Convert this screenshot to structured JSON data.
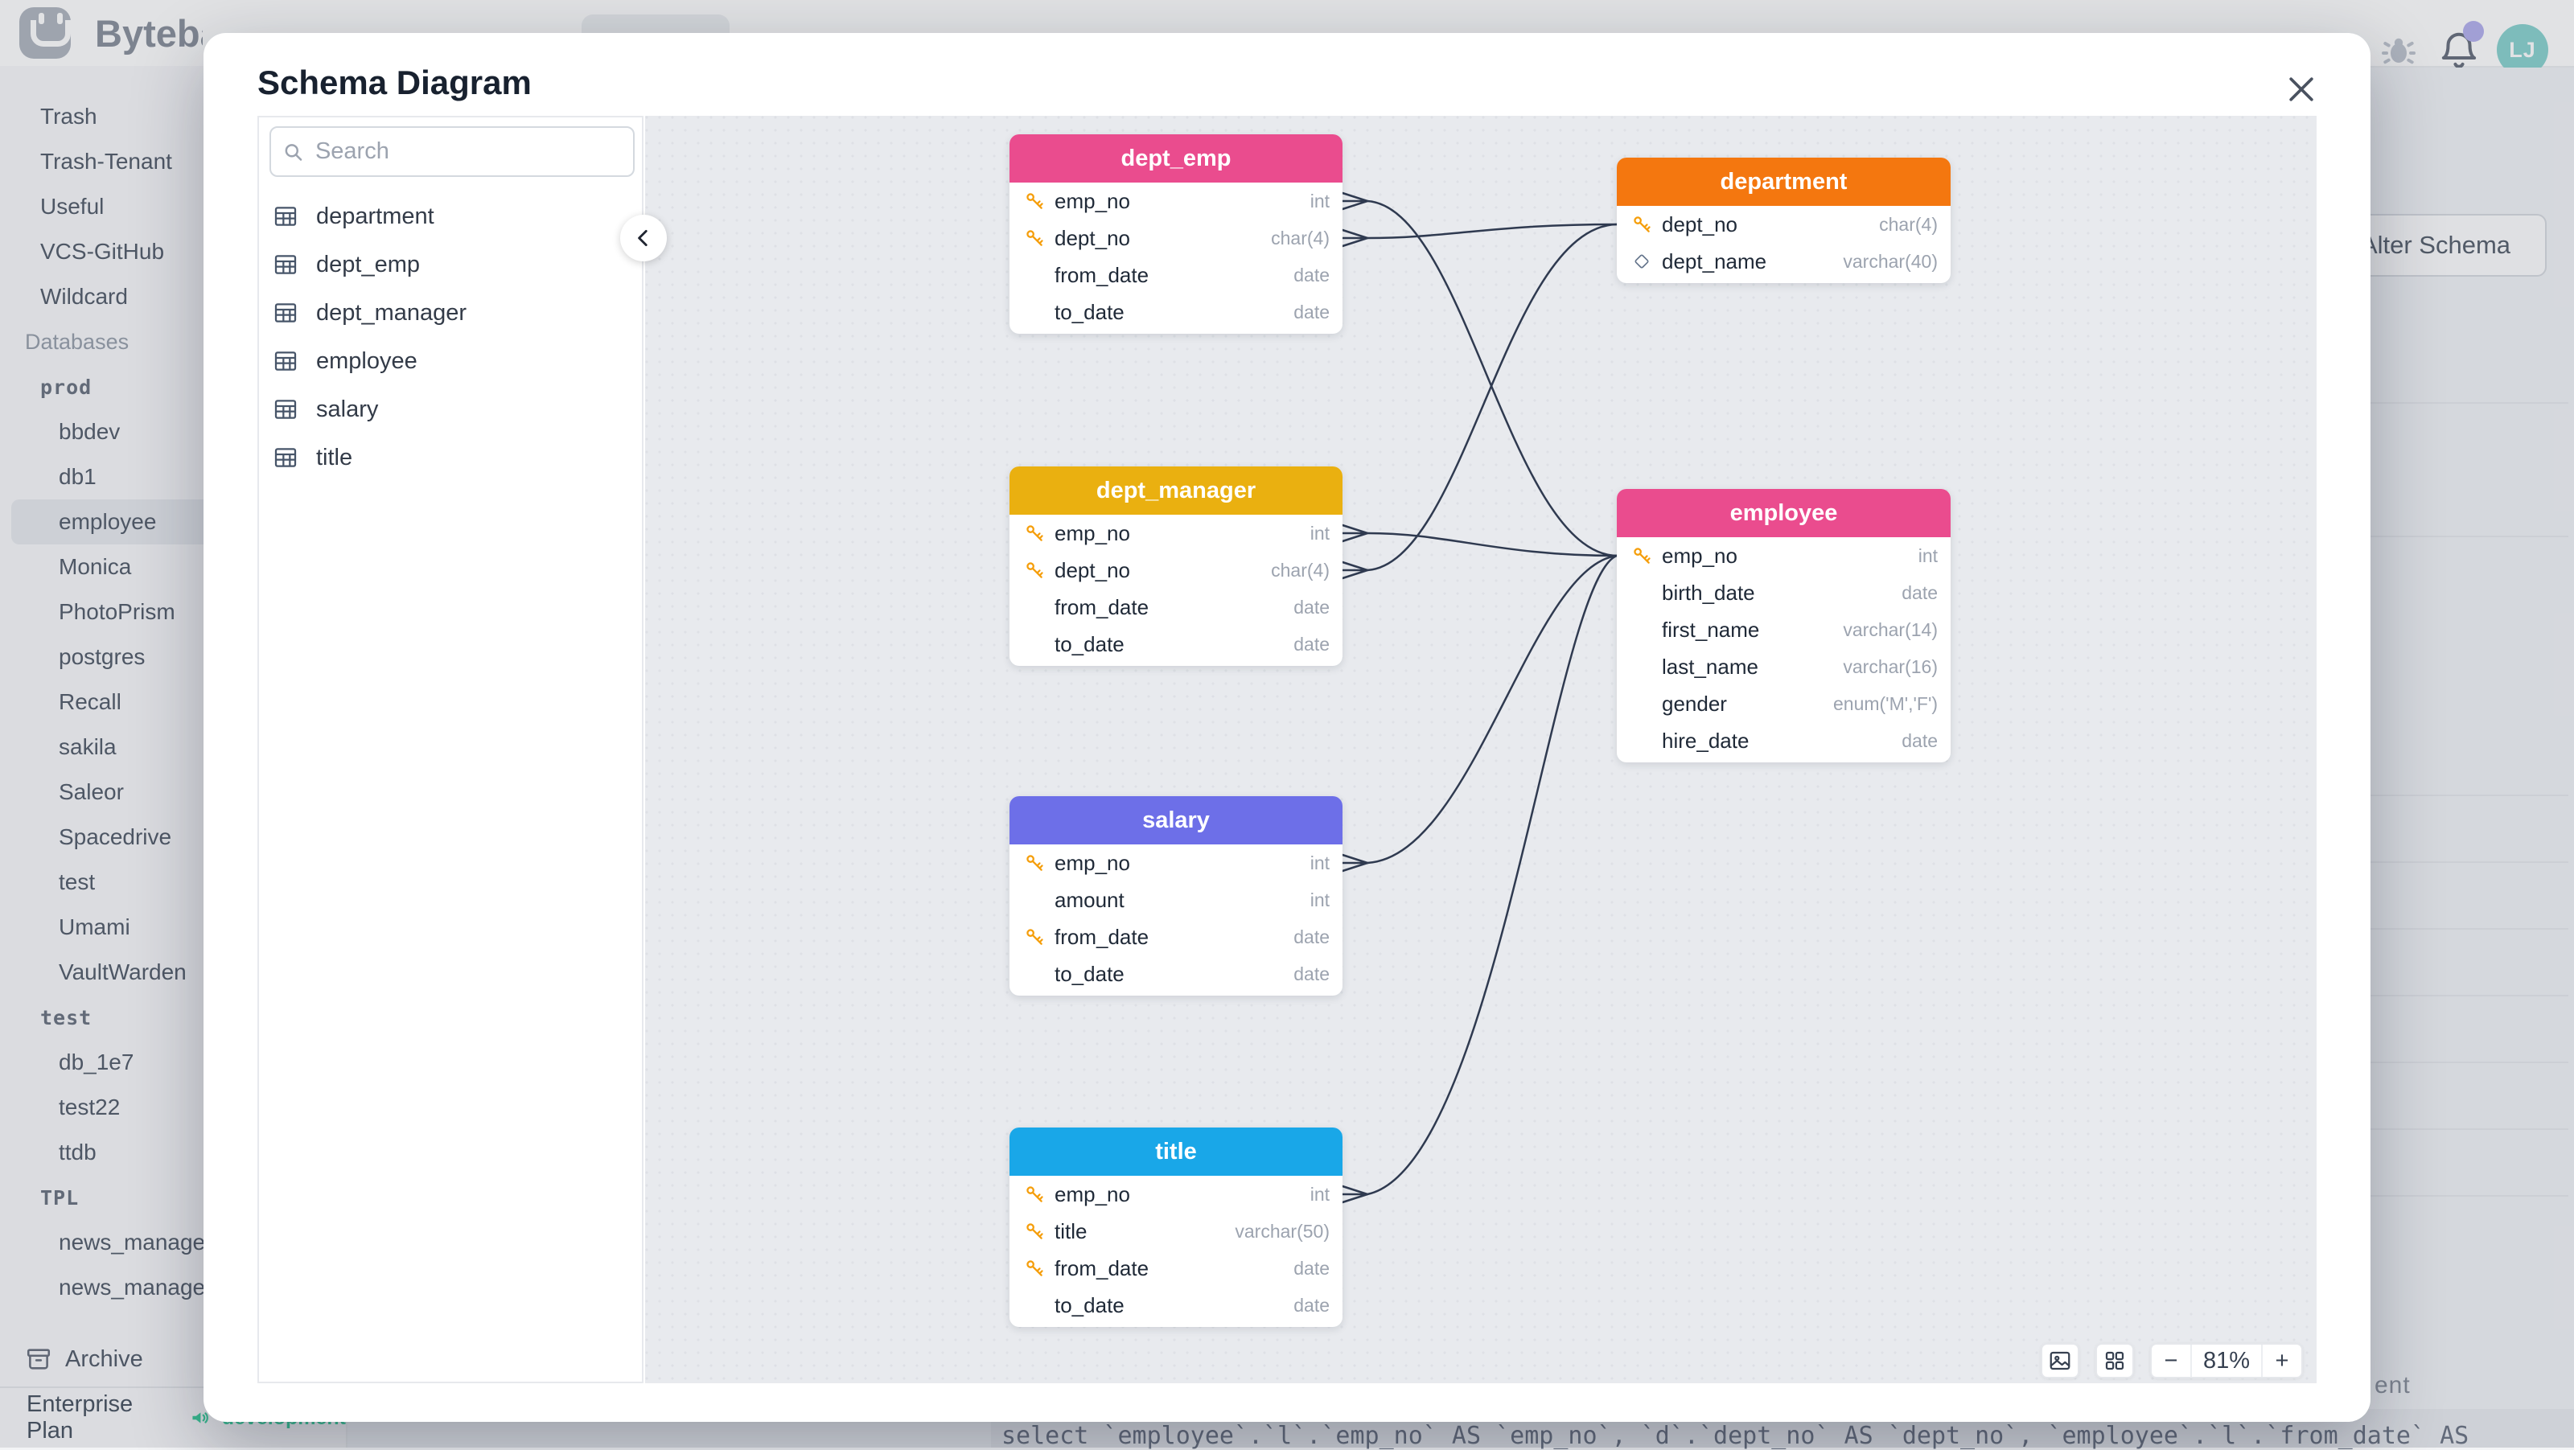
{
  "app": {
    "brand": "Bytebase",
    "topbar": {
      "avatar_initials": "LJ"
    },
    "sidebar": {
      "projects": [
        "Trash",
        "Trash-Tenant",
        "Useful",
        "VCS-GitHub",
        "Wildcard"
      ],
      "section_label": "Databases",
      "group1_label": "prod",
      "group1_items": [
        "bbdev",
        "db1",
        "employee",
        "Monica",
        "PhotoPrism",
        "postgres",
        "Recall",
        "sakila",
        "Saleor",
        "Spacedrive",
        "test",
        "Umami",
        "VaultWarden"
      ],
      "selected_database": "employee",
      "group2_label": "test",
      "group2_items": [
        "db_1e7",
        "test22",
        "ttdb"
      ],
      "group3_label": "TPL",
      "group3_items": [
        "news_manage",
        "news_manage"
      ],
      "archive_label": "Archive",
      "plan_label": "Enterprise Plan",
      "env_label": "development"
    },
    "background": {
      "alter_schema_label": "Alter Schema",
      "sql_fragment": "select `employee`.`l`.`emp_no` AS `emp_no`, `d`.`dept_no` AS `dept_no`, `employee`.`l`.`from_date` AS",
      "text_fragment": "ent"
    }
  },
  "modal": {
    "title": "Schema Diagram",
    "search_placeholder": "Search",
    "table_list": [
      "department",
      "dept_emp",
      "dept_manager",
      "employee",
      "salary",
      "title"
    ],
    "entities": [
      {
        "name": "dept_emp",
        "header_color": "#ea4c8e",
        "columns": [
          {
            "name": "emp_no",
            "type": "int",
            "icon": "key"
          },
          {
            "name": "dept_no",
            "type": "char(4)",
            "icon": "key"
          },
          {
            "name": "from_date",
            "type": "date",
            "icon": ""
          },
          {
            "name": "to_date",
            "type": "date",
            "icon": ""
          }
        ]
      },
      {
        "name": "department",
        "header_color": "#f4770f",
        "columns": [
          {
            "name": "dept_no",
            "type": "char(4)",
            "icon": "key"
          },
          {
            "name": "dept_name",
            "type": "varchar(40)",
            "icon": "diamond"
          }
        ]
      },
      {
        "name": "dept_manager",
        "header_color": "#eab010",
        "columns": [
          {
            "name": "emp_no",
            "type": "int",
            "icon": "key"
          },
          {
            "name": "dept_no",
            "type": "char(4)",
            "icon": "key"
          },
          {
            "name": "from_date",
            "type": "date",
            "icon": ""
          },
          {
            "name": "to_date",
            "type": "date",
            "icon": ""
          }
        ]
      },
      {
        "name": "employee",
        "header_color": "#ea4c8e",
        "columns": [
          {
            "name": "emp_no",
            "type": "int",
            "icon": "key"
          },
          {
            "name": "birth_date",
            "type": "date",
            "icon": ""
          },
          {
            "name": "first_name",
            "type": "varchar(14)",
            "icon": ""
          },
          {
            "name": "last_name",
            "type": "varchar(16)",
            "icon": ""
          },
          {
            "name": "gender",
            "type": "enum('M','F')",
            "icon": ""
          },
          {
            "name": "hire_date",
            "type": "date",
            "icon": ""
          }
        ]
      },
      {
        "name": "salary",
        "header_color": "#6d6fe8",
        "columns": [
          {
            "name": "emp_no",
            "type": "int",
            "icon": "key"
          },
          {
            "name": "amount",
            "type": "int",
            "icon": ""
          },
          {
            "name": "from_date",
            "type": "date",
            "icon": "key"
          },
          {
            "name": "to_date",
            "type": "date",
            "icon": ""
          }
        ]
      },
      {
        "name": "title",
        "header_color": "#19a7e8",
        "columns": [
          {
            "name": "emp_no",
            "type": "int",
            "icon": "key"
          },
          {
            "name": "title",
            "type": "varchar(50)",
            "icon": "key"
          },
          {
            "name": "from_date",
            "type": "date",
            "icon": "key"
          },
          {
            "name": "to_date",
            "type": "date",
            "icon": ""
          }
        ]
      }
    ],
    "relations": [
      {
        "from": "dept_emp.emp_no",
        "to": "employee.emp_no"
      },
      {
        "from": "dept_emp.dept_no",
        "to": "department.dept_no"
      },
      {
        "from": "dept_manager.emp_no",
        "to": "employee.emp_no"
      },
      {
        "from": "dept_manager.dept_no",
        "to": "department.dept_no"
      },
      {
        "from": "salary.emp_no",
        "to": "employee.emp_no"
      },
      {
        "from": "title.emp_no",
        "to": "employee.emp_no"
      }
    ],
    "controls": {
      "zoom_level": "81%",
      "zoom_out": "−",
      "zoom_in": "+"
    },
    "colors": {
      "relation_line": "#2f3a50",
      "key_icon": "#f59e0b",
      "canvas_bg": "#e8eaee"
    }
  }
}
